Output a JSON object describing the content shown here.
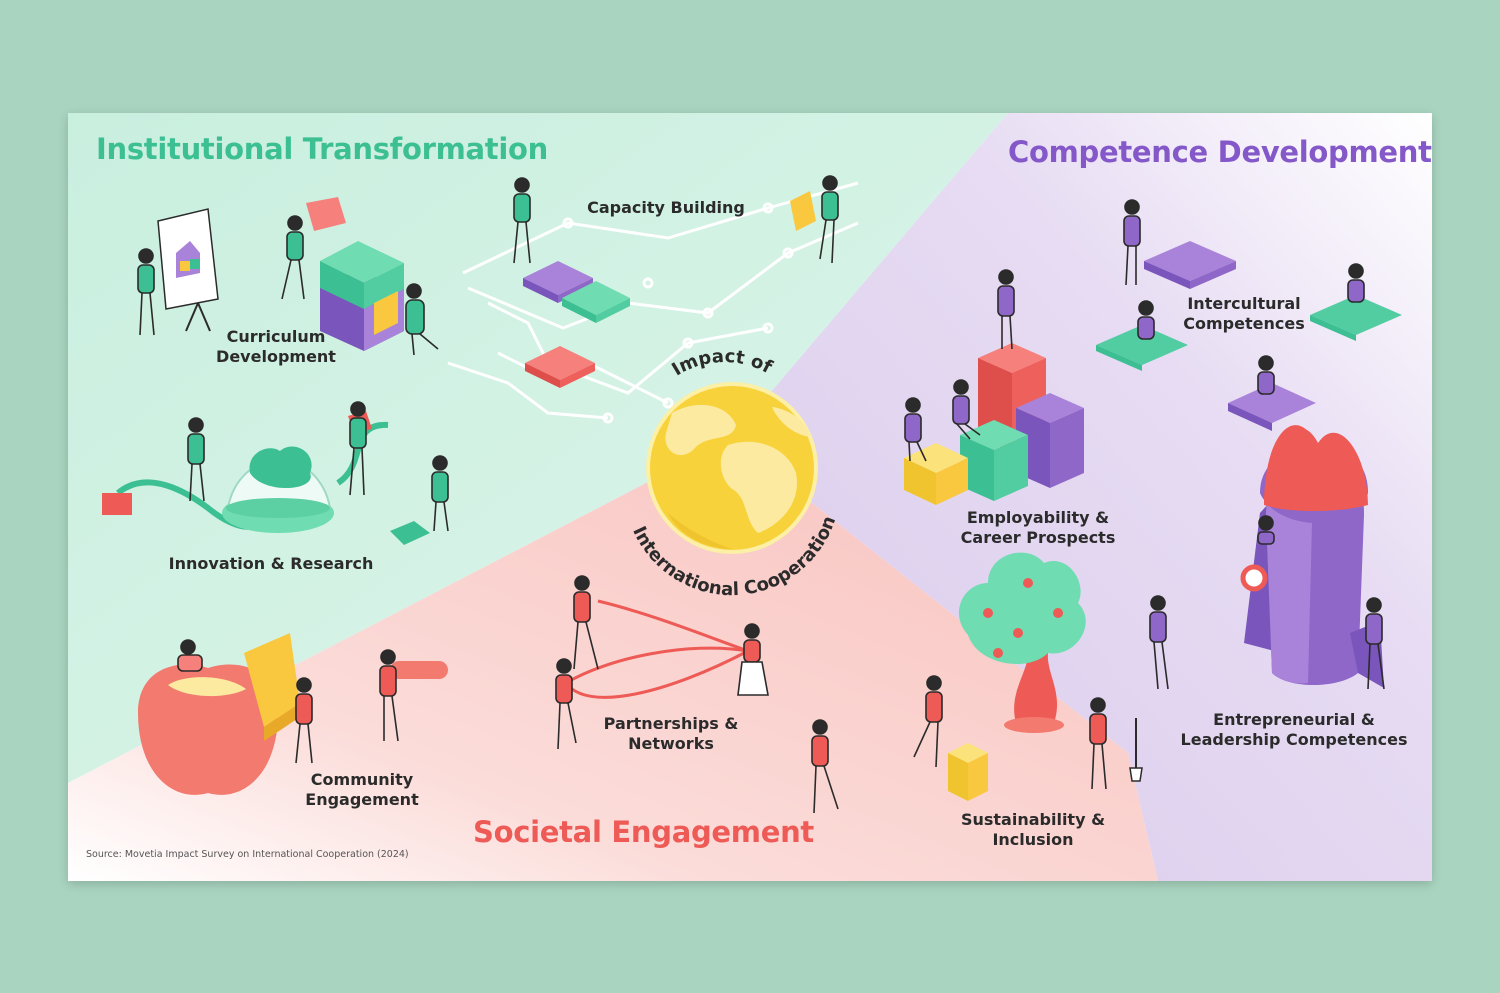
{
  "titles": {
    "institutional": "Institutional Transformation",
    "competence": "Competence Development",
    "societal": "Societal Engagement"
  },
  "center": {
    "arc_top": "Impact of",
    "arc_bottom": "International Cooperation"
  },
  "labels": {
    "capacity_building": "Capacity Building",
    "curriculum": [
      "Curriculum",
      "Development"
    ],
    "innovation": "Innovation & Research",
    "intercultural": [
      "Intercultural",
      "Competences"
    ],
    "employability": [
      "Employability &",
      "Career Prospects"
    ],
    "entrepreneurial": [
      "Entrepreneurial &",
      "Leadership Competences"
    ],
    "community": [
      "Community",
      "Engagement"
    ],
    "partnerships": [
      "Partnerships &",
      "Networks"
    ],
    "sustainability": [
      "Sustainability &",
      "Inclusion"
    ]
  },
  "source": "Source: Movetia Impact Survey on International Cooperation (2024)",
  "colors": {
    "background": "#a9d5c0",
    "institutional": "#3dbf94",
    "competence": "#8458c8",
    "societal": "#ee5a55",
    "region_green": "#d8f3e8",
    "region_purple": "#e4d8f0",
    "region_pink": "#fad0cc",
    "globe": "#f7d23a"
  }
}
